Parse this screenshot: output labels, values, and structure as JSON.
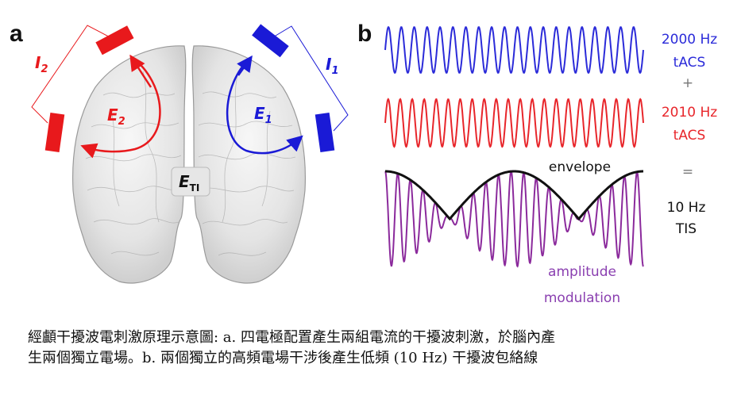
{
  "panel_a": {
    "label": "a",
    "current_1": {
      "letter": "I",
      "sub": "1",
      "color": "#1a1ad6"
    },
    "current_2": {
      "letter": "I",
      "sub": "2",
      "color": "#e8191c"
    },
    "field_1": {
      "letter": "E",
      "sub": "1",
      "color": "#1a1ad6"
    },
    "field_2": {
      "letter": "E",
      "sub": "2",
      "color": "#e8191c"
    },
    "field_ti": {
      "letter": "E",
      "sub": "TI"
    }
  },
  "panel_b": {
    "label": "b",
    "wave_1": {
      "freq_label": "2000 Hz",
      "type_label": "tACS",
      "color": "#2b2bd9",
      "cycles": 20
    },
    "plus": "+",
    "wave_2": {
      "freq_label": "2010 Hz",
      "type_label": "tACS",
      "color": "#e8262b",
      "cycles": 21.5
    },
    "equals": "=",
    "result": {
      "freq_label": "10 Hz",
      "type_label": "TIS",
      "color": "#8b2a9c",
      "envelope_cycles": 2
    },
    "envelope_label": "envelope",
    "am_label_1": "amplitude",
    "am_label_2": "modulation",
    "am_color": "#8a3fb0"
  },
  "caption": {
    "line1": "經顱干擾波電刺激原理示意圖: a. 四電極配置產生兩組電流的干擾波刺激，於腦內產",
    "line2": "生兩個獨立電場。b. 兩個獨立的高頻電場干涉後產生低頻 (10 Hz) 干擾波包絡線"
  }
}
